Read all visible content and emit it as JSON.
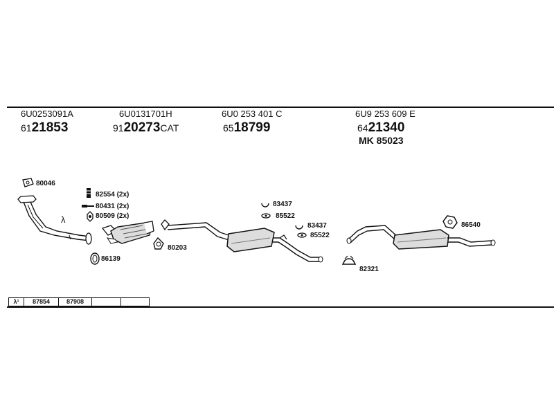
{
  "columns": [
    {
      "oe": "6U0253091A",
      "prefix": "61",
      "article": "21853",
      "suffix": ""
    },
    {
      "oe": "6U0131701H",
      "prefix": "91",
      "article": "20273",
      "suffix": "CAT"
    },
    {
      "oe": "6U0 253 401 C",
      "prefix": "65",
      "article": "18799",
      "suffix": ""
    },
    {
      "oe": "6U9 253 609 E",
      "prefix": "64",
      "article": "21340",
      "suffix": ""
    }
  ],
  "mk_label": "MK 85023",
  "part_labels": {
    "p80046": "80046",
    "p82554": "82554 (2x)",
    "p80431": "80431 (2x)",
    "p80509": "80509 (2x)",
    "lambda": "λ",
    "p86139": "86139",
    "p80203": "80203",
    "p83437a": "83437",
    "p85522a": "85522",
    "p83437b": "83437",
    "p85522b": "85522",
    "p82321": "82321",
    "p86540": "86540"
  },
  "table": {
    "symbol": "λ¹",
    "cells": [
      "87854",
      "87908",
      "",
      ""
    ]
  }
}
